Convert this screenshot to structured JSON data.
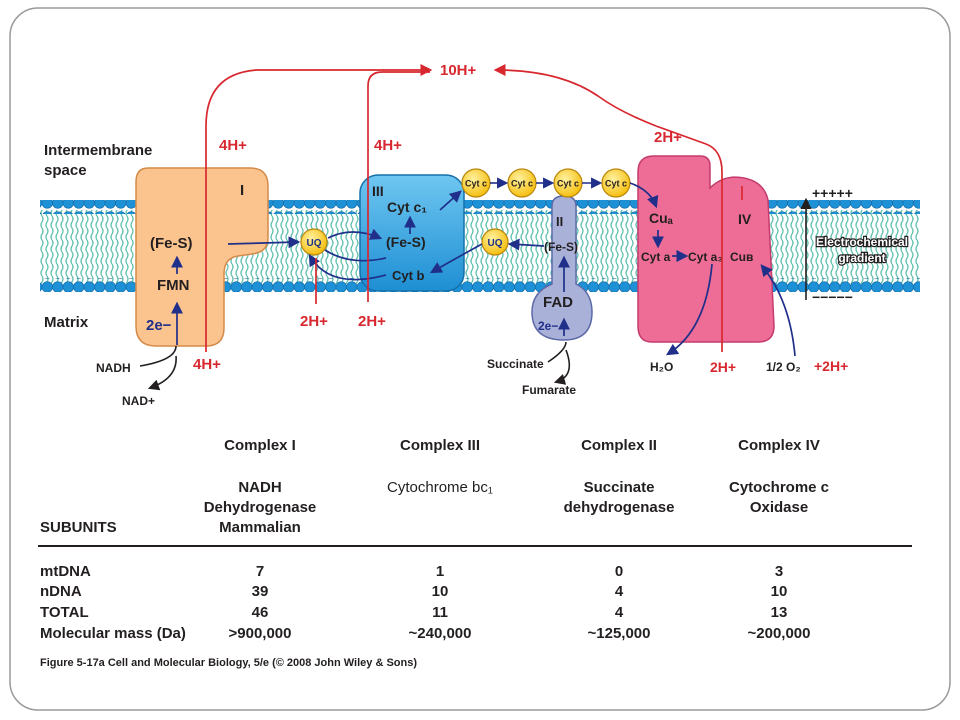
{
  "diagram": {
    "regions": {
      "intermembrane_line1": "Intermembrane",
      "intermembrane_line2": "space",
      "matrix": "Matrix"
    },
    "protons": {
      "total_top": "10H+",
      "complex1_top": "4H+",
      "complex1_bottom": "4H+",
      "complex3_top": "4H+",
      "uq_bottom": "2H+",
      "complex3_bottom": "2H+",
      "complex4_top": "2H+",
      "complex4_bottom": "2H+",
      "oxygen_protons": "+2H+"
    },
    "complex1": {
      "numeral": "I",
      "fes": "(Fe-S)",
      "fmn": "FMN",
      "electrons": "2e−"
    },
    "complex3": {
      "numeral": "III",
      "cytc1": "Cyt c₁",
      "fes": "(Fe-S)",
      "cytb": "Cyt b"
    },
    "complex2": {
      "numeral": "II",
      "fes": "(Fe-S)",
      "fad": "FAD",
      "electrons": "2e−"
    },
    "complex4": {
      "numeral": "IV",
      "cua": "Cuₐ",
      "cyta": "Cyt a",
      "cyta3": "Cyt a₃",
      "cub": "Cuʙ"
    },
    "ubiquinone": "UQ",
    "cytc": "Cyt c",
    "substrates": {
      "nadh": "NADH",
      "nad": "NAD+",
      "succinate": "Succinate",
      "fumarate": "Fumarate",
      "water": "H₂O",
      "oxygen": "1/2 O₂"
    },
    "gradient": {
      "plus": "+++++",
      "minus": "−−−−−",
      "label_line1": "Electrochemical",
      "label_line2": "gradient"
    }
  },
  "table": {
    "headers": [
      "Complex I",
      "Complex III",
      "Complex II",
      "Complex IV"
    ],
    "names": [
      [
        "NADH",
        "Dehydrogenase",
        "Mammalian"
      ],
      [
        "Cytochrome bc₁"
      ],
      [
        "Succinate",
        "dehydrogenase"
      ],
      [
        "Cytochrome c",
        "Oxidase"
      ]
    ],
    "subunits_label": "SUBUNITS",
    "rows": [
      {
        "label": "mtDNA",
        "values": [
          "7",
          "1",
          "0",
          "3"
        ]
      },
      {
        "label": "nDNA",
        "values": [
          "39",
          "10",
          "4",
          "10"
        ]
      },
      {
        "label": "TOTAL",
        "values": [
          "46",
          "11",
          "4",
          "13"
        ]
      },
      {
        "label": "Molecular mass (Da)",
        "values": [
          ">900,000",
          "~240,000",
          "~125,000",
          "~200,000"
        ]
      }
    ]
  },
  "caption": "Figure 5-17a  Cell and Molecular Biology, 5/e (© 2008 John Wiley & Sons)",
  "colors": {
    "proton_red": "#d7282f",
    "electron_blue": "#1f2f8a",
    "complex1_orange": "#fbc48e",
    "complex3_blue": "#2da6e3",
    "complex2_lavender": "#a9b1d9",
    "complex4_pink": "#ee6d97",
    "cytc_yellow": "#fcd220",
    "membrane_head": "#1e90d6",
    "membrane_tail": "#6cc8ba"
  }
}
